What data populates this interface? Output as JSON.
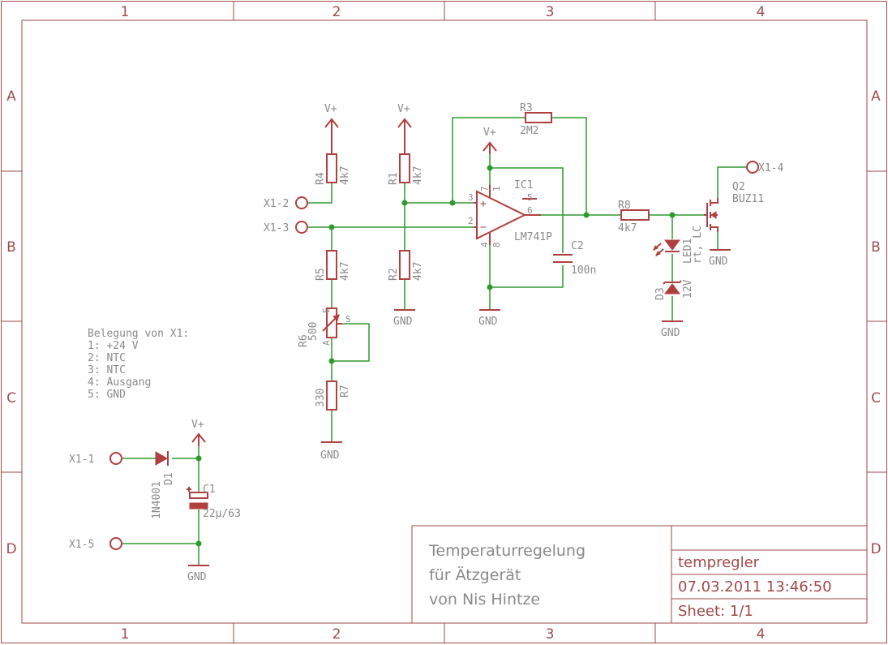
{
  "frame": {
    "columns": [
      "1",
      "2",
      "3",
      "4"
    ],
    "rows": [
      "A",
      "B",
      "C",
      "D"
    ]
  },
  "title_block": {
    "title_lines": [
      "Temperaturregelung",
      "für Ätzgerät",
      "von Nis Hintze"
    ],
    "drawing_name": "tempregler",
    "date": "07.03.2011 13:46:50",
    "sheet": "Sheet: 1/1"
  },
  "notes": {
    "heading": "Belegung von X1:",
    "lines": [
      "1: +24 V",
      "2: NTC",
      "3: NTC",
      "4: Ausgang",
      "5: GND"
    ]
  },
  "supply_labels": {
    "vplus": "V+",
    "gnd": "GND"
  },
  "connectors": {
    "x1_1": "X1-1",
    "x1_2": "X1-2",
    "x1_3": "X1-3",
    "x1_4": "X1-4",
    "x1_5": "X1-5"
  },
  "components": {
    "r1": {
      "name": "R1",
      "value": "4k7"
    },
    "r2": {
      "name": "R2",
      "value": "4k7"
    },
    "r3": {
      "name": "R3",
      "value": "2M2"
    },
    "r4": {
      "name": "R4",
      "value": "4k7"
    },
    "r5": {
      "name": "R5",
      "value": "4k7"
    },
    "r6": {
      "name": "R6",
      "value": "500",
      "pin_e": "E",
      "pin_s": "S",
      "pin_a": "A"
    },
    "r7": {
      "name": "R7",
      "value": "330"
    },
    "r8": {
      "name": "R8",
      "value": "4k7"
    },
    "ic1": {
      "name": "IC1",
      "value": "LM741P",
      "pins": {
        "p2": "2",
        "p3": "3",
        "p4": "4",
        "p5": "5",
        "p6": "6",
        "p7": "7",
        "p1": "1",
        "p8": "8"
      }
    },
    "c1": {
      "name": "C1",
      "value": "22µ/63"
    },
    "c2": {
      "name": "C2",
      "value": "100n"
    },
    "d1": {
      "name": "D1",
      "value": "1N4001"
    },
    "d3": {
      "name": "D3",
      "value": "12V"
    },
    "led1": {
      "name": "LED1",
      "value": "rt, LC"
    },
    "q2": {
      "name": "Q2",
      "value": "BUZ11"
    }
  },
  "colors": {
    "frame": "#a04a4a",
    "symbol": "#b04040",
    "wire": "#2e9a2e",
    "label": "#8a8a8a"
  }
}
